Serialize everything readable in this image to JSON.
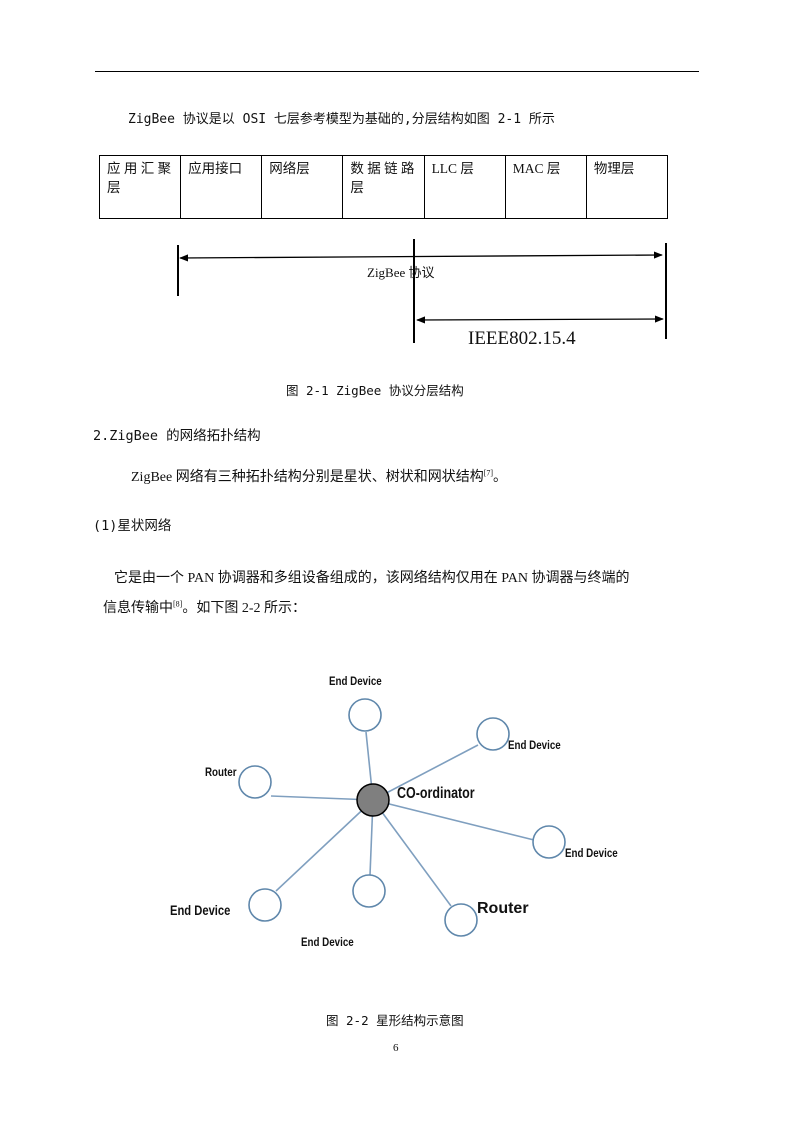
{
  "intro": "ZigBee 协议是以 OSI 七层参考模型为基础的,分层结构如图 2-1 所示",
  "layers_table": {
    "cells": [
      "应 用 汇 聚 层",
      "应用接口",
      "网络层",
      "数 据 链 路 层",
      "LLC 层",
      "MAC 层",
      "物理层"
    ]
  },
  "figure1": {
    "zigbee_label": "ZigBee 协议",
    "ieee_label": "IEEE802.15.4",
    "caption": "图 2-1   ZigBee 协议分层结构"
  },
  "section_heading": "2.ZigBee 的网络拓扑结构",
  "para1": "ZigBee 网络有三种拓扑结构分别是星状、树状和网状结构",
  "para1_ref": "[7]",
  "para1_end": "。",
  "subsection_heading": "(1)星状网络",
  "para2_line1": "它是由一个 PAN 协调器和多组设备组成的，该网络结构仅用在 PAN 协调器与终端的",
  "para2_line2a": "信息传输中",
  "para2_ref": "[8]",
  "para2_line2b": "。如下图 2-2 所示：",
  "figure2": {
    "labels": {
      "end_device_top": "End Device",
      "end_device_upper_right": "End Device",
      "router_left": "Router",
      "coordinator": "CO-ordinator",
      "end_device_right": "End Device",
      "end_device_lower_left": "End Device",
      "end_device_bottom": "End Device",
      "router_bottom": "Router"
    },
    "caption": "图 2-2  星形结构示意图"
  },
  "page_number": "6",
  "colors": {
    "link_line": "#7f9fbf",
    "node_stroke": "#5f87ab",
    "coordinator_fill": "#7f7f7f"
  }
}
